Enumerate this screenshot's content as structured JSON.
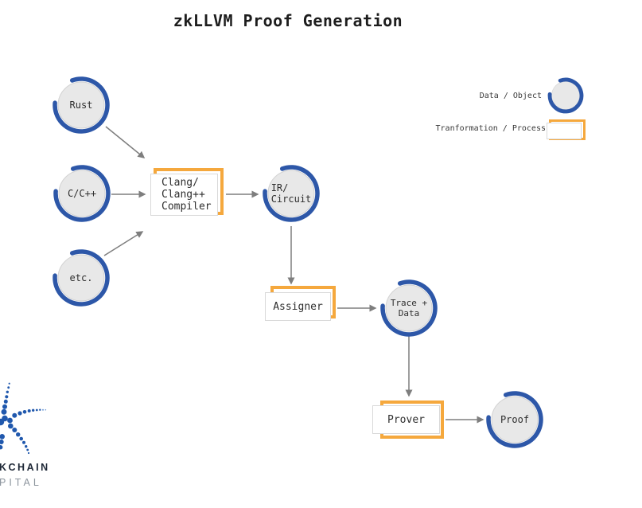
{
  "title": "zkLLVM Proof Generation",
  "colors": {
    "arc_blue": "#2d57a8",
    "process_orange": "#f5a83d",
    "circle_fill": "#e8e8e8",
    "arrow_gray": "#7e7e7e",
    "logo_navy": "#1d2736",
    "logo_gray": "#8d959e"
  },
  "nodes": {
    "rust": {
      "label": "Rust"
    },
    "cpp": {
      "label": "C/C++"
    },
    "etc": {
      "label": "etc."
    },
    "compiler": {
      "label": "Clang/\nClang++\nCompiler"
    },
    "ir": {
      "label": "IR/\nCircuit"
    },
    "assigner": {
      "label": "Assigner"
    },
    "trace": {
      "label": "Trace +\nData"
    },
    "prover": {
      "label": "Prover"
    },
    "proof": {
      "label": "Proof"
    }
  },
  "legend": {
    "data_label": "Data / Object",
    "process_label": "Tranformation / Process"
  },
  "logo": {
    "line1": "KCHAIN",
    "line2": "PITAL"
  }
}
